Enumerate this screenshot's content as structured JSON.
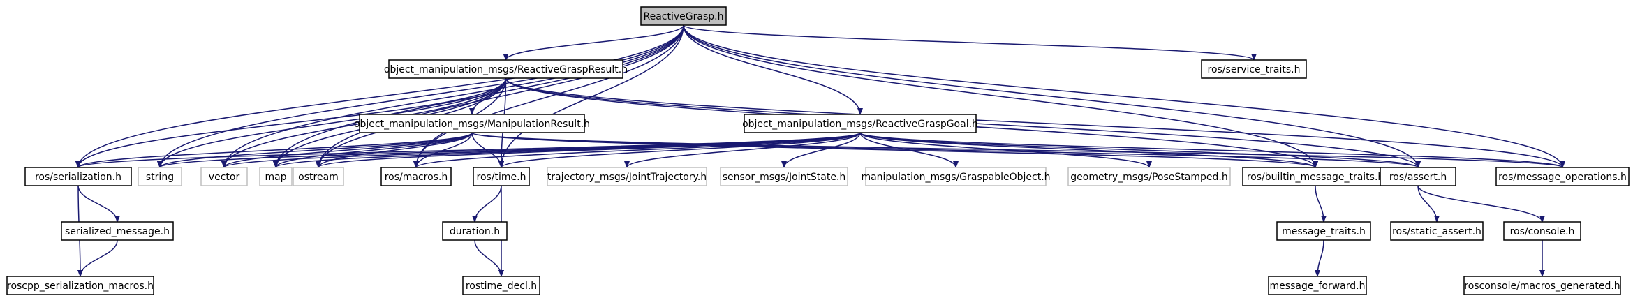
{
  "colors": {
    "edge": "#191970",
    "root_fill": "#bfbfbf",
    "node_border": "#000000",
    "external_border": "#bfbfbf",
    "background": "#ffffff"
  },
  "nodes": [
    {
      "id": "root",
      "label": "ReactiveGrasp.h",
      "kind": "root"
    },
    {
      "id": "rgresult",
      "label": "object_manipulation_msgs/ReactiveGraspResult.h",
      "kind": "internal"
    },
    {
      "id": "service_traits",
      "label": "ros/service_traits.h",
      "kind": "internal"
    },
    {
      "id": "manipresult",
      "label": "object_manipulation_msgs/ManipulationResult.h",
      "kind": "internal"
    },
    {
      "id": "rggoal",
      "label": "object_manipulation_msgs/ReactiveGraspGoal.h",
      "kind": "internal"
    },
    {
      "id": "serialization",
      "label": "ros/serialization.h",
      "kind": "internal"
    },
    {
      "id": "string",
      "label": "string",
      "kind": "external"
    },
    {
      "id": "vector",
      "label": "vector",
      "kind": "external"
    },
    {
      "id": "map",
      "label": "map",
      "kind": "external"
    },
    {
      "id": "ostream",
      "label": "ostream",
      "kind": "external"
    },
    {
      "id": "macros",
      "label": "ros/macros.h",
      "kind": "internal"
    },
    {
      "id": "time",
      "label": "ros/time.h",
      "kind": "internal"
    },
    {
      "id": "jointtraj",
      "label": "trajectory_msgs/JointTrajectory.h",
      "kind": "external"
    },
    {
      "id": "jointstate",
      "label": "sensor_msgs/JointState.h",
      "kind": "external"
    },
    {
      "id": "graspable",
      "label": "manipulation_msgs/GraspableObject.h",
      "kind": "external"
    },
    {
      "id": "posestamped",
      "label": "geometry_msgs/PoseStamped.h",
      "kind": "external"
    },
    {
      "id": "builtin",
      "label": "ros/builtin_message_traits.h",
      "kind": "internal"
    },
    {
      "id": "assert",
      "label": "ros/assert.h",
      "kind": "internal"
    },
    {
      "id": "msgops",
      "label": "ros/message_operations.h",
      "kind": "internal"
    },
    {
      "id": "serialized",
      "label": "serialized_message.h",
      "kind": "internal"
    },
    {
      "id": "duration",
      "label": "duration.h",
      "kind": "internal"
    },
    {
      "id": "msgtraits",
      "label": "message_traits.h",
      "kind": "internal"
    },
    {
      "id": "static_assert",
      "label": "ros/static_assert.h",
      "kind": "internal"
    },
    {
      "id": "console",
      "label": "ros/console.h",
      "kind": "internal"
    },
    {
      "id": "roscpp_macros",
      "label": "roscpp_serialization_macros.h",
      "kind": "internal"
    },
    {
      "id": "rostime_decl",
      "label": "rostime_decl.h",
      "kind": "internal"
    },
    {
      "id": "msgforward",
      "label": "message_forward.h",
      "kind": "internal"
    },
    {
      "id": "rosconsole_macros",
      "label": "rosconsole/macros_generated.h",
      "kind": "internal"
    }
  ],
  "edges": [
    [
      "root",
      "rgresult"
    ],
    [
      "root",
      "service_traits"
    ],
    [
      "root",
      "rggoal"
    ],
    [
      "root",
      "serialization"
    ],
    [
      "root",
      "string"
    ],
    [
      "root",
      "vector"
    ],
    [
      "root",
      "map"
    ],
    [
      "root",
      "ostream"
    ],
    [
      "root",
      "macros"
    ],
    [
      "root",
      "time"
    ],
    [
      "root",
      "builtin"
    ],
    [
      "root",
      "assert"
    ],
    [
      "root",
      "msgops"
    ],
    [
      "rgresult",
      "manipresult"
    ],
    [
      "rgresult",
      "serialization"
    ],
    [
      "rgresult",
      "string"
    ],
    [
      "rgresult",
      "vector"
    ],
    [
      "rgresult",
      "map"
    ],
    [
      "rgresult",
      "ostream"
    ],
    [
      "rgresult",
      "macros"
    ],
    [
      "rgresult",
      "time"
    ],
    [
      "rgresult",
      "builtin"
    ],
    [
      "rgresult",
      "assert"
    ],
    [
      "rgresult",
      "msgops"
    ],
    [
      "manipresult",
      "serialization"
    ],
    [
      "manipresult",
      "string"
    ],
    [
      "manipresult",
      "vector"
    ],
    [
      "manipresult",
      "map"
    ],
    [
      "manipresult",
      "ostream"
    ],
    [
      "manipresult",
      "macros"
    ],
    [
      "manipresult",
      "time"
    ],
    [
      "manipresult",
      "builtin"
    ],
    [
      "manipresult",
      "assert"
    ],
    [
      "manipresult",
      "msgops"
    ],
    [
      "rggoal",
      "serialization"
    ],
    [
      "rggoal",
      "string"
    ],
    [
      "rggoal",
      "vector"
    ],
    [
      "rggoal",
      "map"
    ],
    [
      "rggoal",
      "ostream"
    ],
    [
      "rggoal",
      "macros"
    ],
    [
      "rggoal",
      "time"
    ],
    [
      "rggoal",
      "jointtraj"
    ],
    [
      "rggoal",
      "jointstate"
    ],
    [
      "rggoal",
      "graspable"
    ],
    [
      "rggoal",
      "posestamped"
    ],
    [
      "rggoal",
      "builtin"
    ],
    [
      "rggoal",
      "assert"
    ],
    [
      "rggoal",
      "msgops"
    ],
    [
      "serialization",
      "serialized"
    ],
    [
      "serialization",
      "roscpp_macros"
    ],
    [
      "serialized",
      "roscpp_macros"
    ],
    [
      "time",
      "duration"
    ],
    [
      "time",
      "rostime_decl"
    ],
    [
      "duration",
      "rostime_decl"
    ],
    [
      "builtin",
      "msgtraits"
    ],
    [
      "msgtraits",
      "msgforward"
    ],
    [
      "assert",
      "static_assert"
    ],
    [
      "assert",
      "console"
    ],
    [
      "console",
      "rosconsole_macros"
    ]
  ]
}
